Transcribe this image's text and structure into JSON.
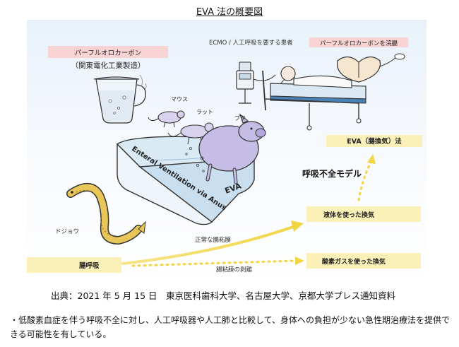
{
  "title": "EVA 法の概要図",
  "labels": {
    "perfluorocarbon": "パーフルオロカーボン",
    "manufacturer": "（関東電化工業製造）",
    "ecmo_patient": "ECMO / 人工呼吸を要する患者",
    "pfc_enema": "パーフルオロカーボンを浣腸",
    "mouse": "マウス",
    "rat": "ラット",
    "pig": "ブタ",
    "tank_text": "Enteral Ventilation via Anus",
    "tank_brand": "EVA",
    "eva_method": "EVA（腸換気）法",
    "respiratory_model": "呼吸不全モデル",
    "loach": "ドジョウ",
    "liquid_ventilation": "液体を使った換気",
    "normal_mucosa": "正常な腸粘膜",
    "intestinal_breathing": "腸呼吸",
    "mucosa_removal": "腸粘膜の剥離",
    "oxygen_ventilation": "酸素ガスを使った換気"
  },
  "source": "出典：2021 年 5 月 15 日　東京医科歯科大学、名古屋大学、京都大学プレス通知資料",
  "note": {
    "bullet": "・",
    "text": "低酸素血症を伴う呼吸不全に対し、人工呼吸器や人工肺と比較して、身体への負担が少ない急性期治療法を提供できる可能性を有している。"
  },
  "colors": {
    "pink_box": "#f7d3d4",
    "yellow_box": "#fbf1b8",
    "arrow_yellow": "#f2dc5a",
    "pig": "#c6bde6",
    "tank": "#cfe4f2",
    "loach": "#e8c65a"
  }
}
